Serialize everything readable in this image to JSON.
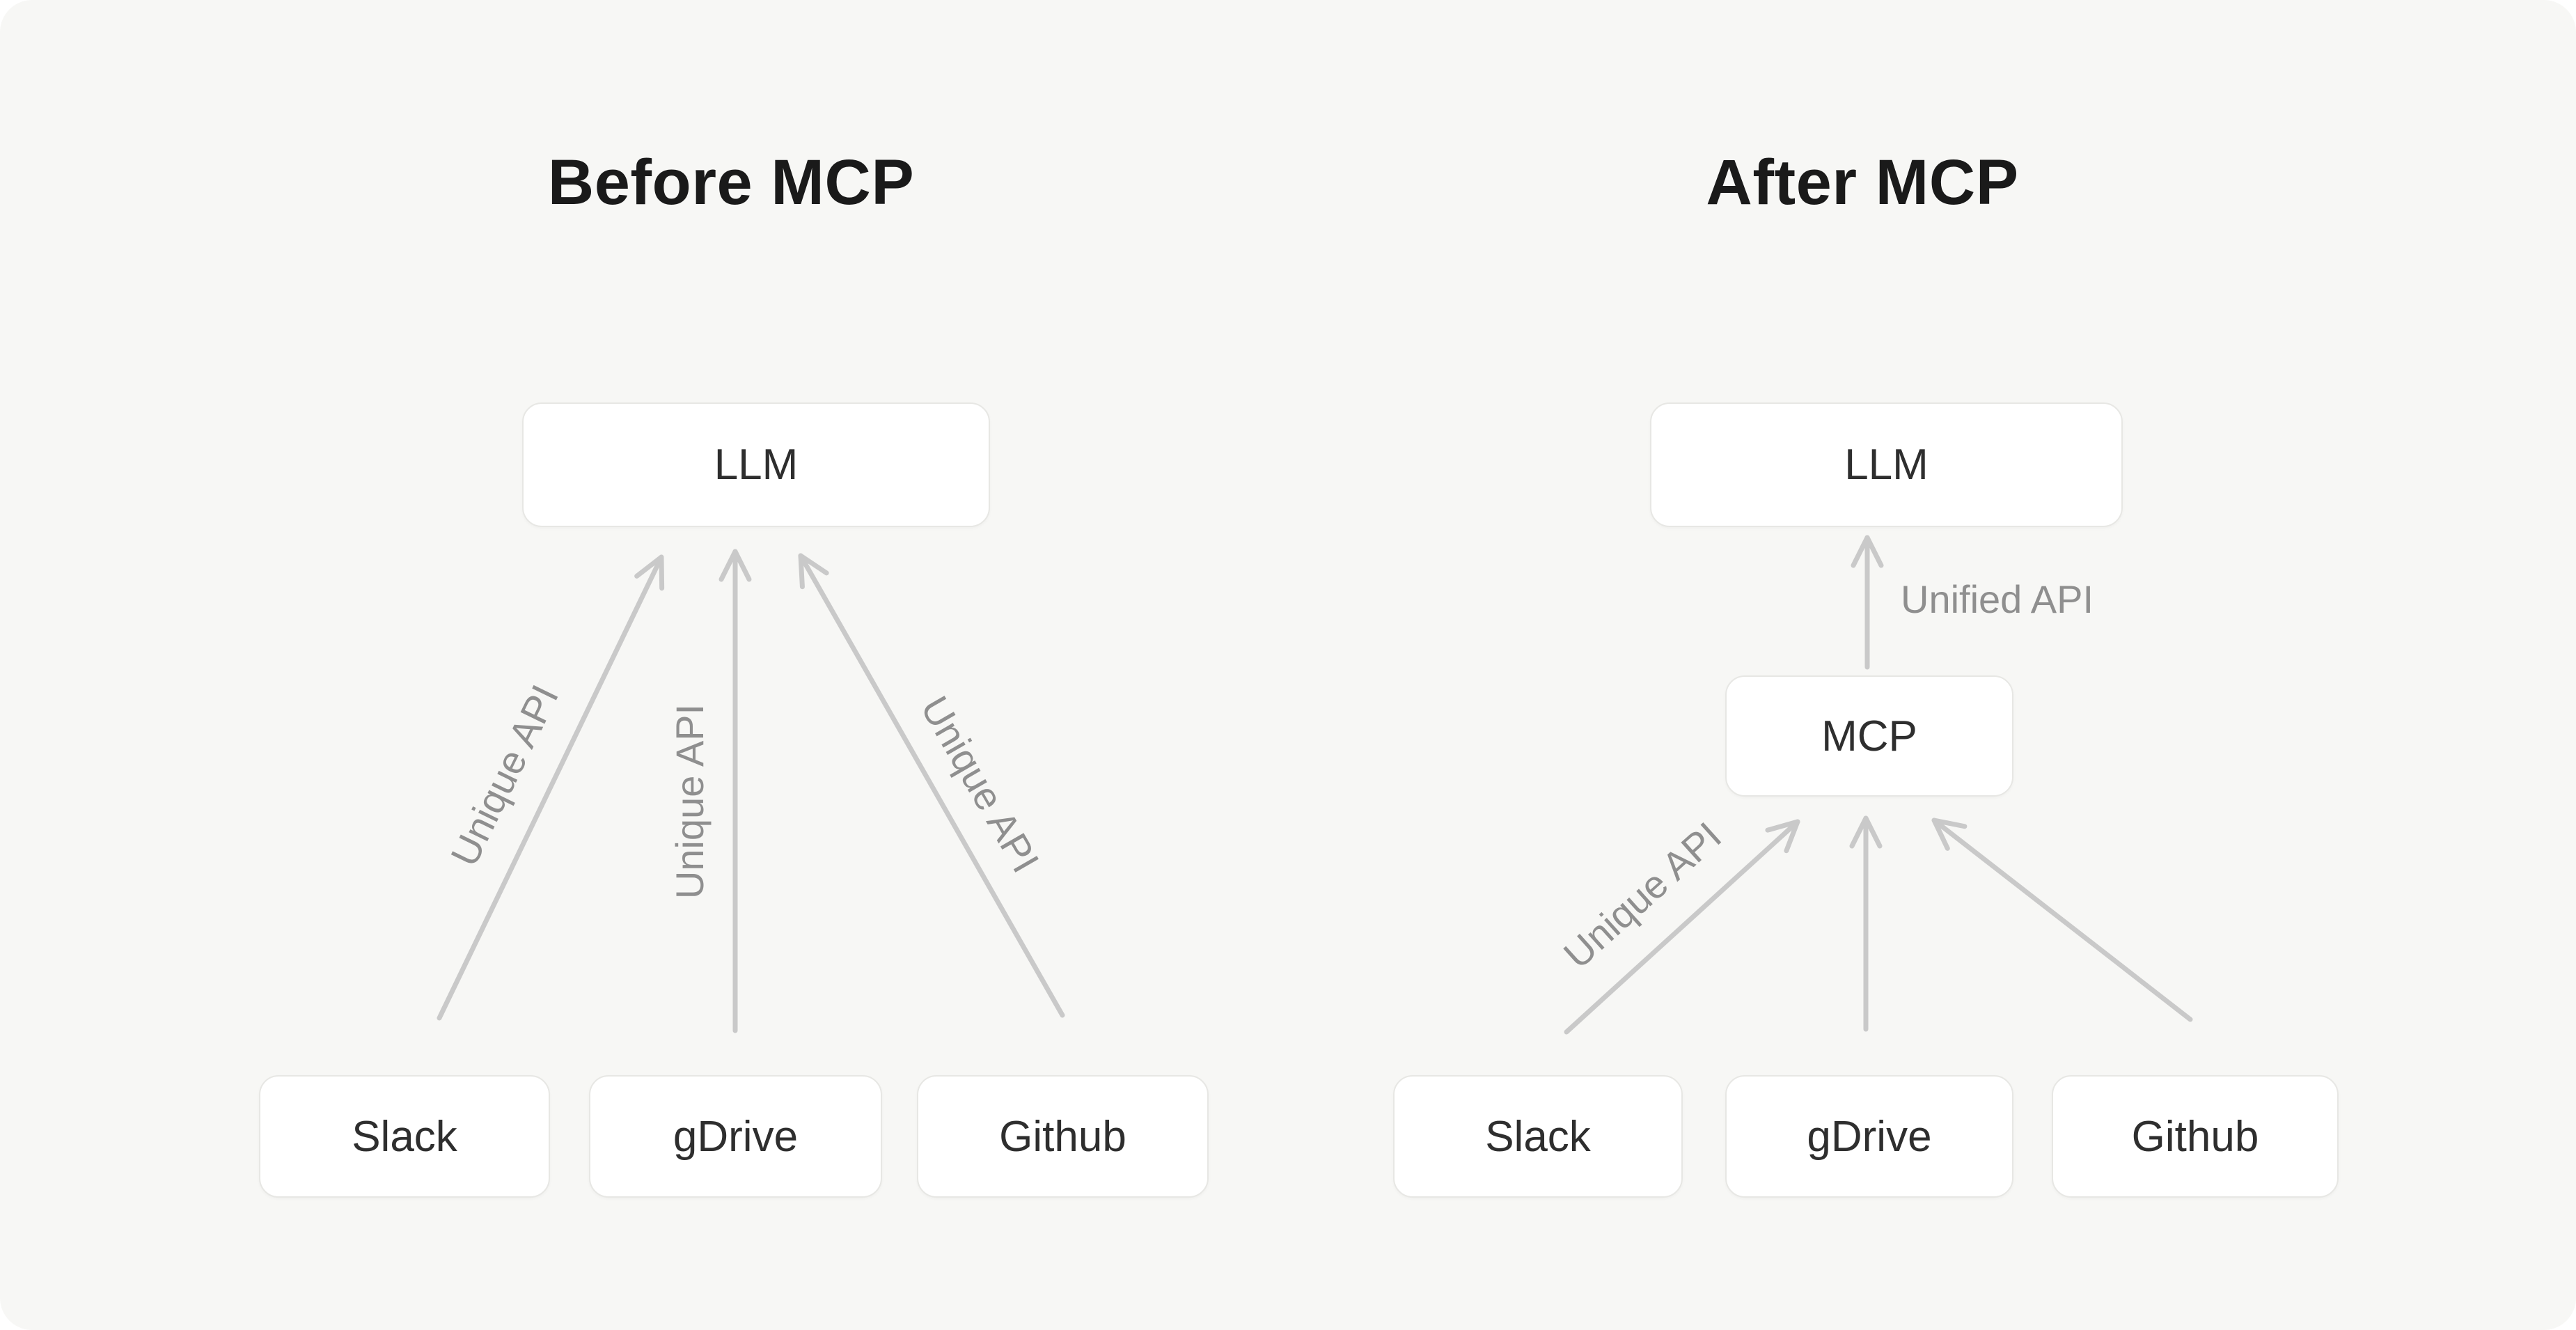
{
  "page": {
    "background": "#ffffff",
    "panel_background": "#f7f7f5"
  },
  "colors": {
    "arrow": "#c9c9c9",
    "arrow_label": "#8f8f8f",
    "box_border": "#e7e7e4",
    "box_background": "#ffffff",
    "box_text": "#2e2e2e",
    "title_text": "#1a1a1a"
  },
  "before": {
    "title": "Before MCP",
    "llm": "LLM",
    "sources": [
      "Slack",
      "gDrive",
      "Github"
    ],
    "arrow_labels": [
      "Unique API",
      "Unique API",
      "Unique API"
    ]
  },
  "after": {
    "title": "After MCP",
    "llm": "LLM",
    "mcp": "MCP",
    "unified_label": "Unified API",
    "sources": [
      "Slack",
      "gDrive",
      "Github"
    ],
    "arrow_labels": [
      "Unique API"
    ]
  }
}
